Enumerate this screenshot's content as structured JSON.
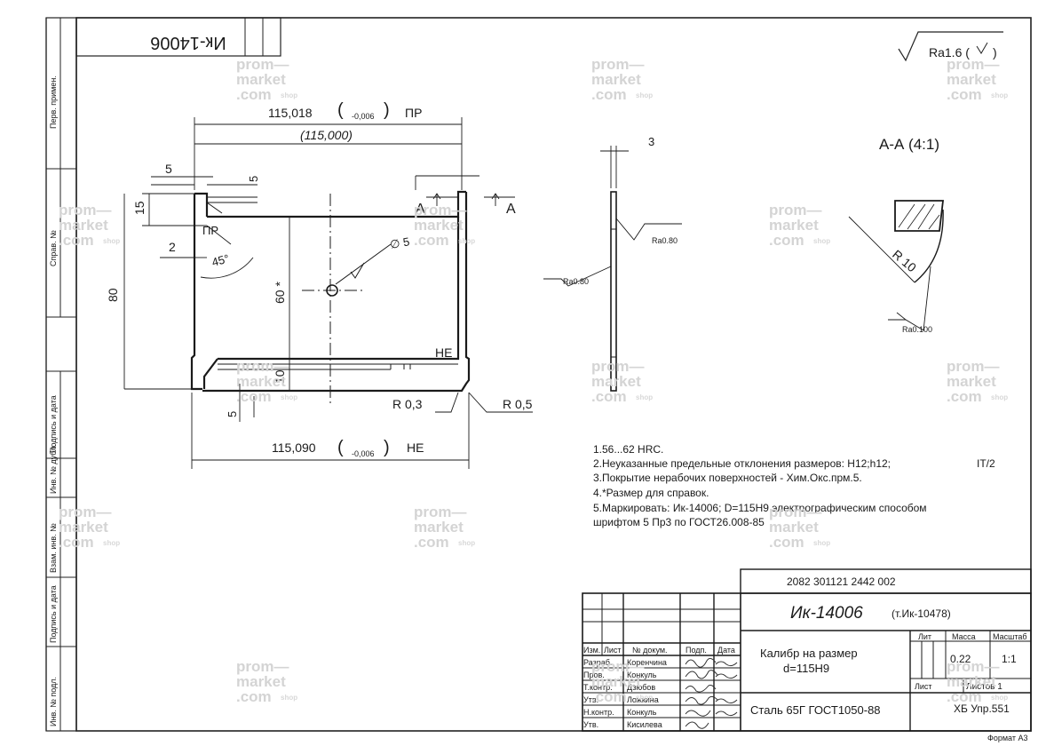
{
  "stamp_top": "Ик-14006",
  "side_labels": [
    "Перв. примен.",
    "Справ. №",
    "Подпись и дата",
    "Инв. № дубл.",
    "Взам. инв. №",
    "Подпись и дата",
    "Инв. № подл."
  ],
  "roughness": {
    "main": "Ra1.6 (",
    "main_close": ")",
    "side_right": "Ra0.80",
    "side_left": "Ra0.80",
    "section": "Ra0.100"
  },
  "dims": {
    "top_value": "115,018",
    "top_tol": "-0,006",
    "top_pr": "ПР",
    "top_ref": "(115,000)",
    "d5_a": "5",
    "d5_b": "5",
    "d15": "15",
    "pr_label": "ПР",
    "d2": "2",
    "angle": "45°",
    "d80": "80",
    "d60": "60 *",
    "diam5": "∅ 5",
    "d10": "10",
    "d5_bottom": "5",
    "ne_label": "НЕ",
    "r03": "R 0,3",
    "r05": "R 0,5",
    "bottom_value": "115,090",
    "bottom_tol": "-0,006",
    "bottom_ne": "НЕ",
    "thickness": "3",
    "section_a": "A",
    "section_a2": "A",
    "section_title": "А-А (4:1)",
    "r10": "R 10"
  },
  "notes": [
    "1.56...62 HRC.",
    "2.Неуказанные предельные отклонения размеров: Н12;h12;",
    "3.Покрытие нерабочих поверхностей - Хим.Окс.прм.5.",
    "4.*Размер для справок.",
    "5.Маркировать: Ик-14006; D=115Н9 электрографическим способом",
    "шрифтом 5 Пр3 по ГОСТ26.008-85"
  ],
  "note_side": "IT/2",
  "title_block": {
    "code": "2082 301121 2442 002",
    "designation": "Ик-14006",
    "replaces": "(т.Ик-10478)",
    "name_line1": "Калибр на размер",
    "name_line2": "d=115Н9",
    "material": "Сталь 65Г  ГОСТ1050-88",
    "org": "ХБ Упр.551",
    "col_lit": "Лит",
    "col_mass": "Масса",
    "col_scale": "Масштаб",
    "mass": "0.22",
    "scale": "1:1",
    "sheet": "Лист",
    "sheets": "Листов 1",
    "head_cols": [
      "Изм.",
      "Лист",
      "№ докум.",
      "Подп.",
      "Дата"
    ],
    "roles": [
      "Разраб.",
      "Пров.",
      "Т.контр.",
      "Утв.",
      "Н.контр.",
      "Утв."
    ],
    "names": [
      "Коренчина",
      "Конкуль",
      "Дзюбов",
      "Ложкина",
      "Конкуль",
      "Кисилева"
    ],
    "format": "Формат А3"
  },
  "watermark": {
    "line1": "prom—",
    "line2": "market",
    "line3": ".com",
    "suffix": "shop"
  }
}
